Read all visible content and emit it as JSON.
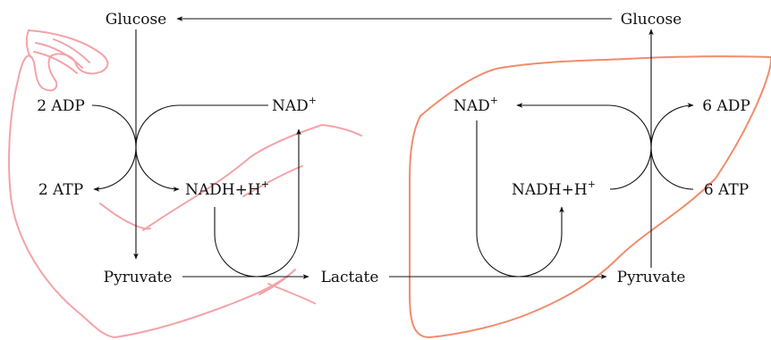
{
  "colors": {
    "muscle_outline": "#f3a3a8",
    "liver_outline": "#f08c6e",
    "ink": "#111111"
  },
  "muscle": {
    "glucose": "Glucose",
    "adp_in": "2 ADP",
    "atp_out": "2 ATP",
    "nad_plus": "NAD",
    "nadh": "NADH+H",
    "pyruvate": "Pyruvate"
  },
  "blood": {
    "lactate": "Lactate"
  },
  "liver": {
    "glucose": "Glucose",
    "nad_plus": "NAD",
    "adp_out": "6 ADP",
    "atp_in": "6 ATP",
    "nadh": "NADH+H",
    "pyruvate": "Pyruvate"
  },
  "superscript_plus": "+"
}
